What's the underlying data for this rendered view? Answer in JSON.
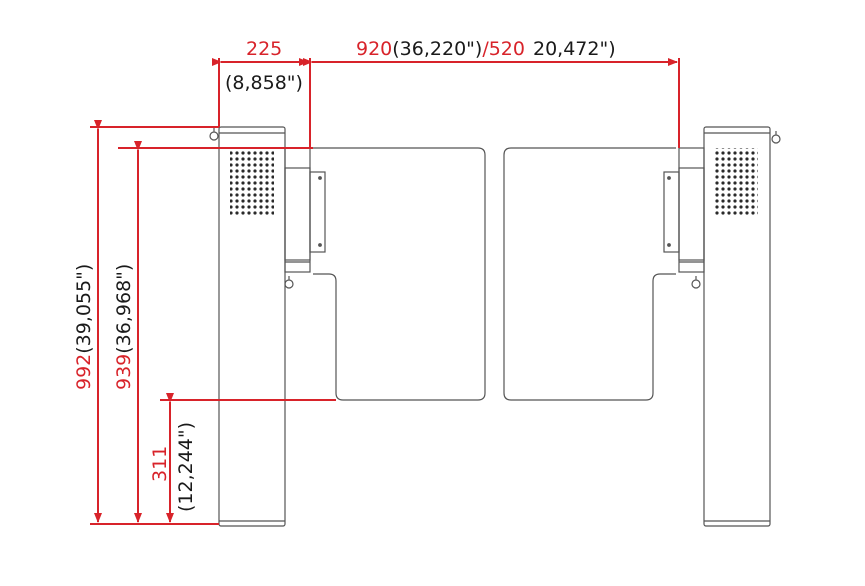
{
  "colors": {
    "dimension": "#d8232a",
    "outline": "#555555",
    "text": "#1a1a1a"
  },
  "dimensions": {
    "post_width": {
      "mm": "225",
      "inch": "(8,858\")"
    },
    "passage_width": {
      "mm": "920",
      "inch": "(36,220\")",
      "alt_mm": "/520",
      "alt_inch": "20,472\")"
    },
    "total_height": {
      "mm": "992",
      "inch": "(39,055\")"
    },
    "gate_height": {
      "mm": "939",
      "inch": "(36,968\")"
    },
    "floor_clearance": {
      "mm": "311",
      "inch": "(12,244\")"
    }
  }
}
